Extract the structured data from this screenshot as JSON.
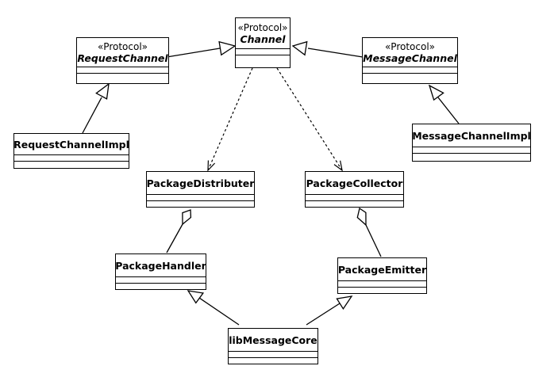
{
  "diagram": {
    "classes": {
      "channel": {
        "stereotype": "«Protocol»",
        "name": "Channel"
      },
      "request_channel": {
        "stereotype": "«Protocol»",
        "name": "RequestChannel"
      },
      "message_channel": {
        "stereotype": "«Protocol»",
        "name": "MessageChannel"
      },
      "request_channel_impl": {
        "name": "RequestChannelImpl"
      },
      "message_channel_impl": {
        "name": "MessageChannelImpl"
      },
      "package_distributer": {
        "name": "PackageDistributer"
      },
      "package_collector": {
        "name": "PackageCollector"
      },
      "package_handler": {
        "name": "PackageHandler"
      },
      "package_emitter": {
        "name": "PackageEmitter"
      },
      "lib_message_core": {
        "name": "libMessageCore"
      }
    },
    "relationships": [
      {
        "from": "RequestChannel",
        "to": "Channel",
        "kind": "generalization"
      },
      {
        "from": "MessageChannel",
        "to": "Channel",
        "kind": "generalization"
      },
      {
        "from": "RequestChannelImpl",
        "to": "RequestChannel",
        "kind": "generalization"
      },
      {
        "from": "MessageChannelImpl",
        "to": "MessageChannel",
        "kind": "generalization"
      },
      {
        "from": "Channel",
        "to": "PackageDistributer",
        "kind": "dependency"
      },
      {
        "from": "Channel",
        "to": "PackageCollector",
        "kind": "dependency"
      },
      {
        "from": "PackageHandler",
        "to": "PackageDistributer",
        "kind": "aggregation"
      },
      {
        "from": "PackageEmitter",
        "to": "PackageCollector",
        "kind": "aggregation"
      },
      {
        "from": "libMessageCore",
        "to": "PackageHandler",
        "kind": "generalization"
      },
      {
        "from": "libMessageCore",
        "to": "PackageEmitter",
        "kind": "generalization"
      }
    ]
  }
}
